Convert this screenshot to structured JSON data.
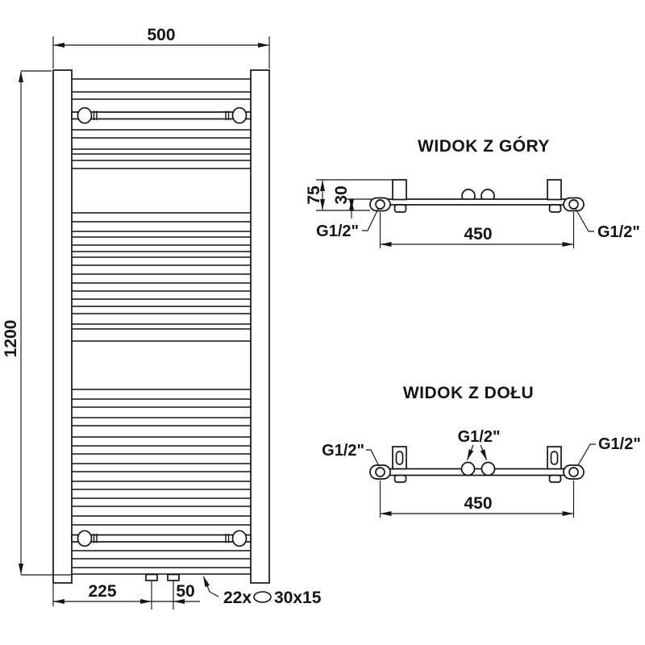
{
  "drawing": {
    "front_view": {
      "dim_width": "500",
      "dim_height": "1200",
      "dim_offset_left": "225",
      "dim_spacing": "50",
      "rung_note_count": "22x",
      "rung_note_size": "30x15",
      "rungs_y": [
        98,
        114,
        123,
        161,
        171,
        185,
        191,
        199,
        209,
        264,
        275,
        287,
        294,
        304,
        312,
        319,
        329,
        340,
        351,
        361,
        371,
        380,
        389,
        402,
        408,
        423,
        483,
        495,
        505,
        518,
        528,
        542,
        553,
        563,
        575,
        585,
        597,
        607,
        618,
        628,
        640,
        651,
        683,
        693,
        704,
        712
      ]
    },
    "top_view": {
      "title": "WIDOK Z GÓRY",
      "dim_depth": "75",
      "dim_bracket_offset": "30",
      "dim_axis_spacing": "450",
      "conn_left": "G1/2\"",
      "conn_right": "G1/2\""
    },
    "bottom_view": {
      "title": "WIDOK Z DOŁU",
      "dim_axis_spacing": "450",
      "conn_left": "G1/2\"",
      "conn_center": "G1/2\"",
      "conn_right": "G1/2\""
    },
    "colors": {
      "line": "#141414",
      "background": "#ffffff"
    }
  }
}
